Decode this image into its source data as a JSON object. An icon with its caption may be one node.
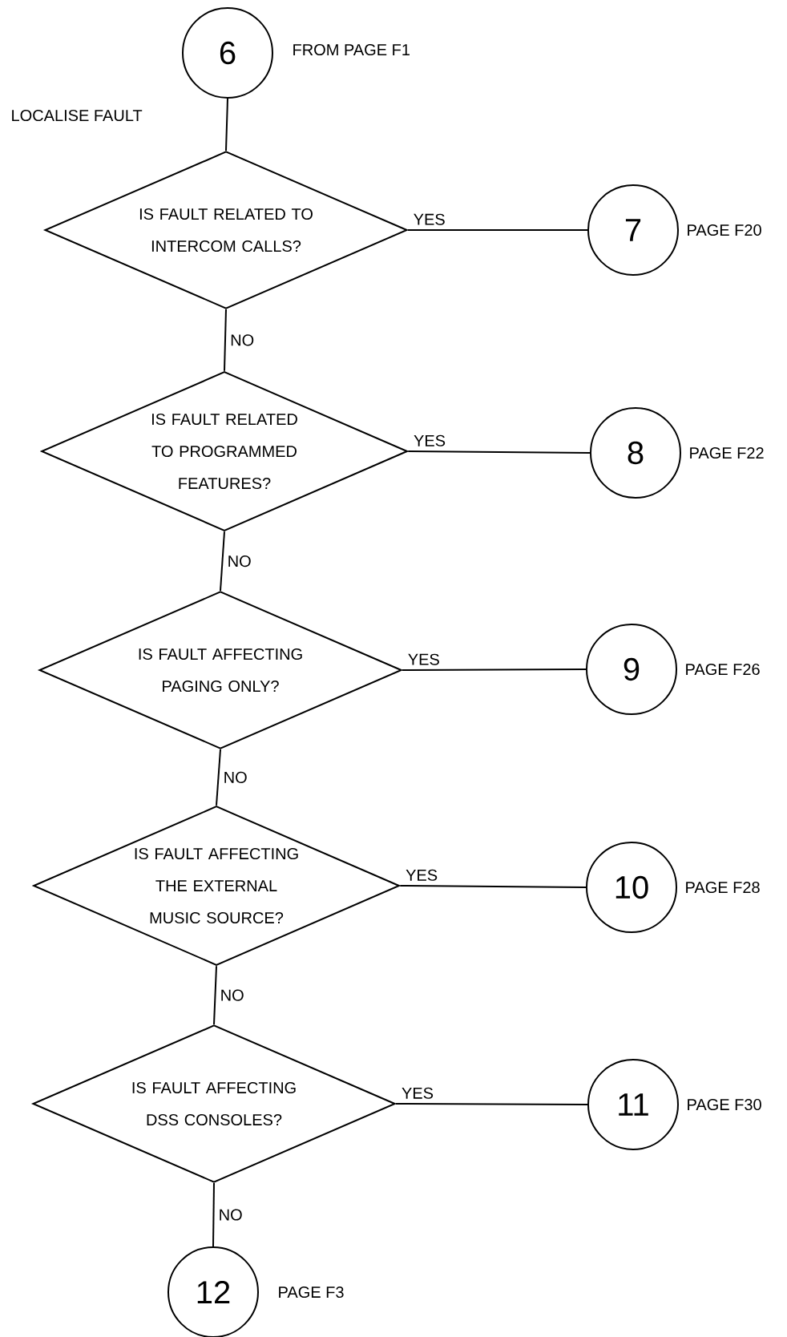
{
  "diagram": {
    "nodes": [
      {
        "text": [
          "6"
        ],
        "beside": [
          "FROM PAGE F1"
        ]
      },
      {
        "text": [
          "IS FAULT RELATED TO INTERCOM CALLS?"
        ]
      },
      {
        "text": [
          "7"
        ],
        "beside": [
          "PAGE F20"
        ]
      },
      {
        "text": [
          "IS FAULT RELATED TO PROGRAMMED FEATURES?"
        ]
      },
      {
        "text": [
          "8"
        ],
        "beside": [
          "PAGE F22"
        ]
      },
      {
        "text": [
          "IS FAULT AFFECTING PAGING ONLY?"
        ]
      },
      {
        "text": [
          "9"
        ],
        "beside": [
          "PAGE F26"
        ]
      },
      {
        "text": [
          "IS FAULT AFFECTING THE EXTERNAL MUSIC SOURCE?"
        ]
      },
      {
        "text": [
          "10"
        ],
        "beside": [
          "PAGE F28"
        ]
      },
      {
        "text": [
          "IS FAULT AFFECTING DSS CONSOLES?"
        ]
      },
      {
        "text": [
          "11"
        ],
        "beside": [
          "PAGE F30"
        ]
      },
      {
        "text": [
          "12"
        ],
        "beside": [
          "PAGE F3"
        ]
      }
    ],
    "edges": [
      {
        "from": 0,
        "to": 1,
        "arrow": "none"
      },
      {
        "from": 1,
        "to": 2,
        "arrow": "none",
        "label": "YES"
      },
      {
        "from": 1,
        "to": 3,
        "arrow": "none",
        "label": "NO"
      },
      {
        "from": 3,
        "to": 4,
        "arrow": "none",
        "label": "YES"
      },
      {
        "from": 3,
        "to": 5,
        "arrow": "none",
        "label": "NO"
      },
      {
        "from": 5,
        "to": 6,
        "arrow": "none",
        "label": "YES"
      },
      {
        "from": 5,
        "to": 7,
        "arrow": "none",
        "label": "NO"
      },
      {
        "from": 7,
        "to": 8,
        "arrow": "none",
        "label": "YES"
      },
      {
        "from": 7,
        "to": 9,
        "arrow": "none",
        "label": "NO"
      },
      {
        "from": 9,
        "to": 10,
        "arrow": "none",
        "label": "YES"
      },
      {
        "from": 9,
        "to": 11,
        "arrow": "none",
        "label": "NO"
      }
    ],
    "labels": [
      "LOCALISE FAULT"
    ]
  }
}
